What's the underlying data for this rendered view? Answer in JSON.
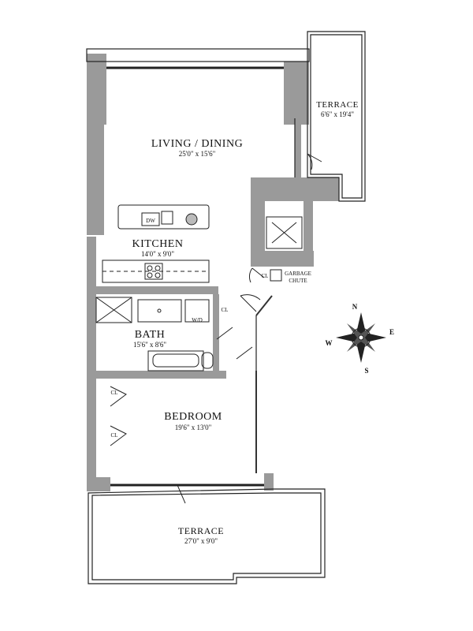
{
  "rooms": {
    "living": {
      "name": "LIVING / DINING",
      "dims": "25'0\" x 15'6\""
    },
    "kitchen": {
      "name": "KITCHEN",
      "dims": "14'0\" x 9'0\""
    },
    "bath": {
      "name": "BATH",
      "dims": "15'6\" x 8'6\""
    },
    "bedroom": {
      "name": "BEDROOM",
      "dims": "19'6\" x 13'0\""
    },
    "terrace_top": {
      "name": "TERRACE",
      "dims": "6'6\" x 19'4\""
    },
    "terrace_bottom": {
      "name": "TERRACE",
      "dims": "27'0\" x 9'0\""
    }
  },
  "labels": {
    "dw": "DW",
    "wd": "W/D",
    "closet": "CL",
    "garbage": "GARBAGE",
    "chute": "CHUTE"
  },
  "compass": {
    "n": "N",
    "e": "E",
    "s": "S",
    "w": "W"
  },
  "colors": {
    "wall": "#9a9a9a",
    "line": "#222222"
  }
}
